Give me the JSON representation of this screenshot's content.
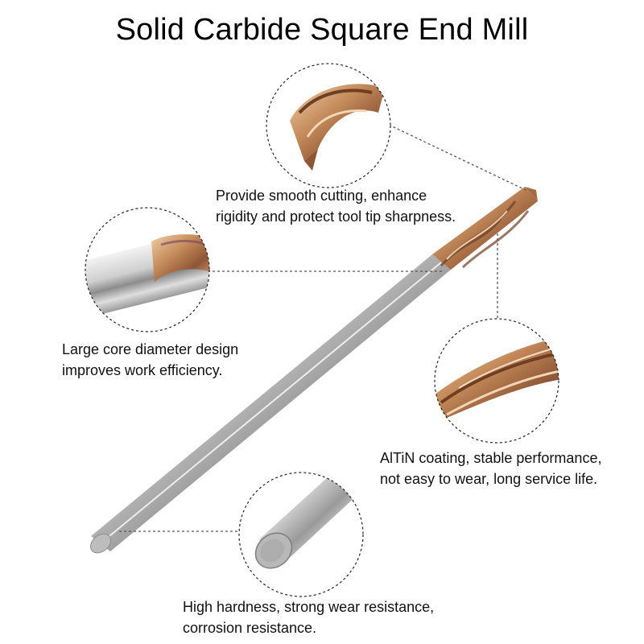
{
  "title": "Solid Carbide Square End Mill",
  "features": [
    {
      "id": "tip",
      "lines": [
        "Provide smooth cutting, enhance",
        "rigidity and protect tool tip sharpness."
      ],
      "icon": "flute-tip-closeup"
    },
    {
      "id": "core",
      "lines": [
        "Large core diameter design",
        "improves work efficiency."
      ],
      "icon": "neck-closeup"
    },
    {
      "id": "coating",
      "lines": [
        "AlTiN coating, stable performance,",
        "not easy to wear, long service life."
      ],
      "icon": "coated-flute-closeup"
    },
    {
      "id": "shank",
      "lines": [
        "High hardness, strong wear resistance,",
        "corrosion resistance."
      ],
      "icon": "shank-end-closeup"
    }
  ],
  "colors": {
    "coating_bronze": "#b47a4e",
    "coating_highlight": "#e7c39b",
    "shank_silver": "#c9c9c9",
    "leader_line": "#555555"
  }
}
